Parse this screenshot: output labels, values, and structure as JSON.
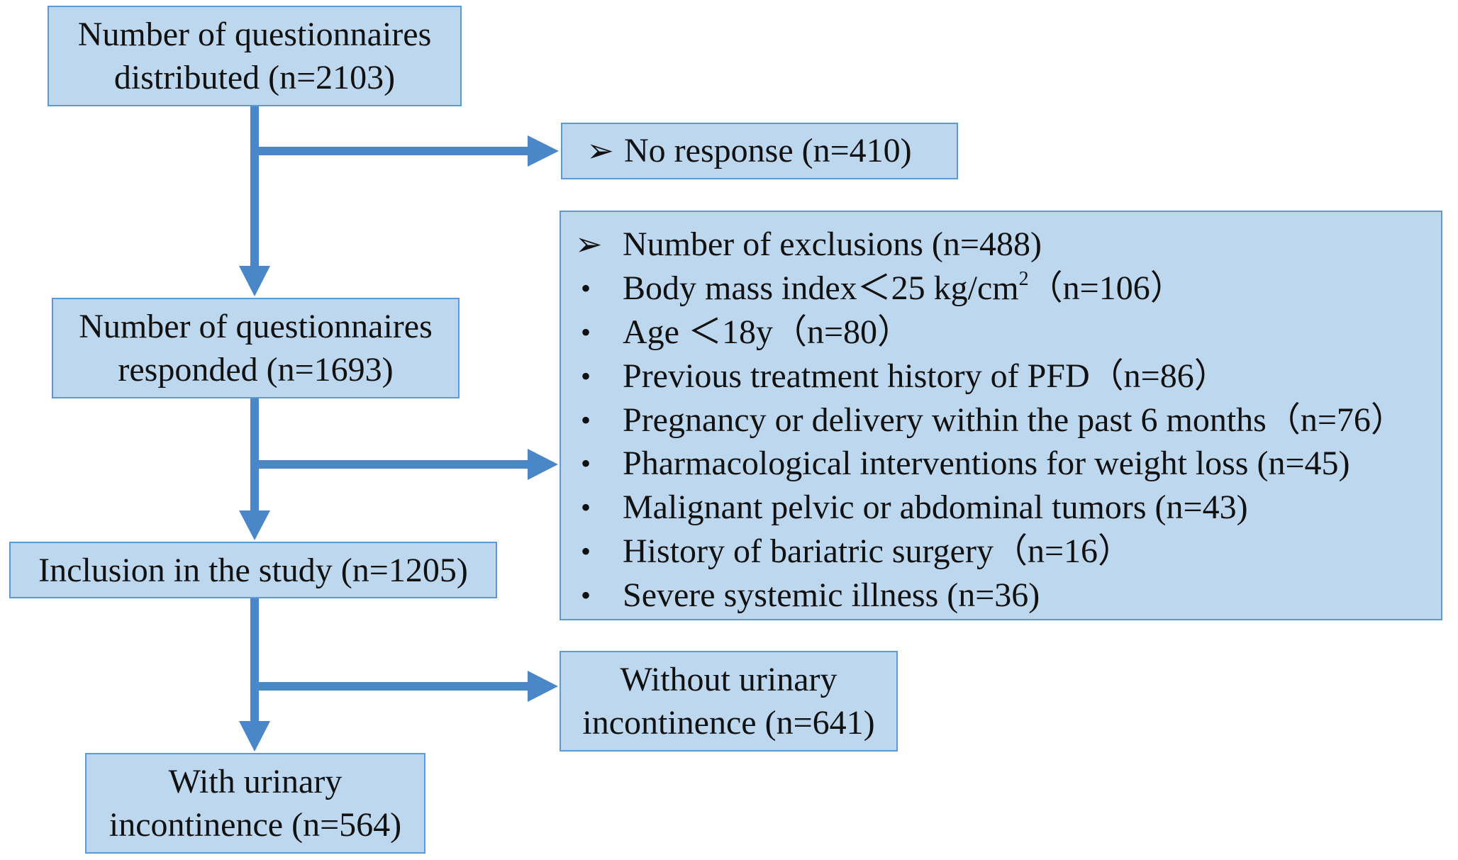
{
  "boxes": {
    "distributed": {
      "line1": "Number of questionnaires",
      "line2": "distributed (n=2103)"
    },
    "no_response": {
      "marker": "➢",
      "text": "No response (n=410)"
    },
    "responded": {
      "line1": "Number of questionnaires",
      "line2": "responded (n=1693)"
    },
    "exclusions": {
      "marker": "➢",
      "title": "Number of exclusions (n=488)",
      "bullet": "•",
      "items": {
        "bmi": {
          "before": "Body mass index＜25 kg/cm",
          "sup": "2",
          "after": "（n=106）"
        },
        "age": "Age ＜18y（n=80）",
        "pfd": "Previous treatment history of PFD（n=86）",
        "pregnancy": "Pregnancy or delivery within the past 6 months（n=76）",
        "pharma": "Pharmacological interventions for weight loss (n=45)",
        "tumors": "Malignant pelvic or abdominal tumors (n=43)",
        "bariatric": "History of bariatric surgery（n=16）",
        "illness": "Severe systemic illness (n=36)"
      }
    },
    "inclusion": {
      "text": "Inclusion in the study (n=1205)"
    },
    "without_ui": {
      "line1": "Without urinary",
      "line2": "incontinence (n=641)"
    },
    "with_ui": {
      "line1": "With urinary",
      "line2": "incontinence (n=564)"
    }
  },
  "colors": {
    "box_fill": "#bdd7ee",
    "box_border": "#5b9bd5",
    "arrow": "#4a87c8"
  }
}
